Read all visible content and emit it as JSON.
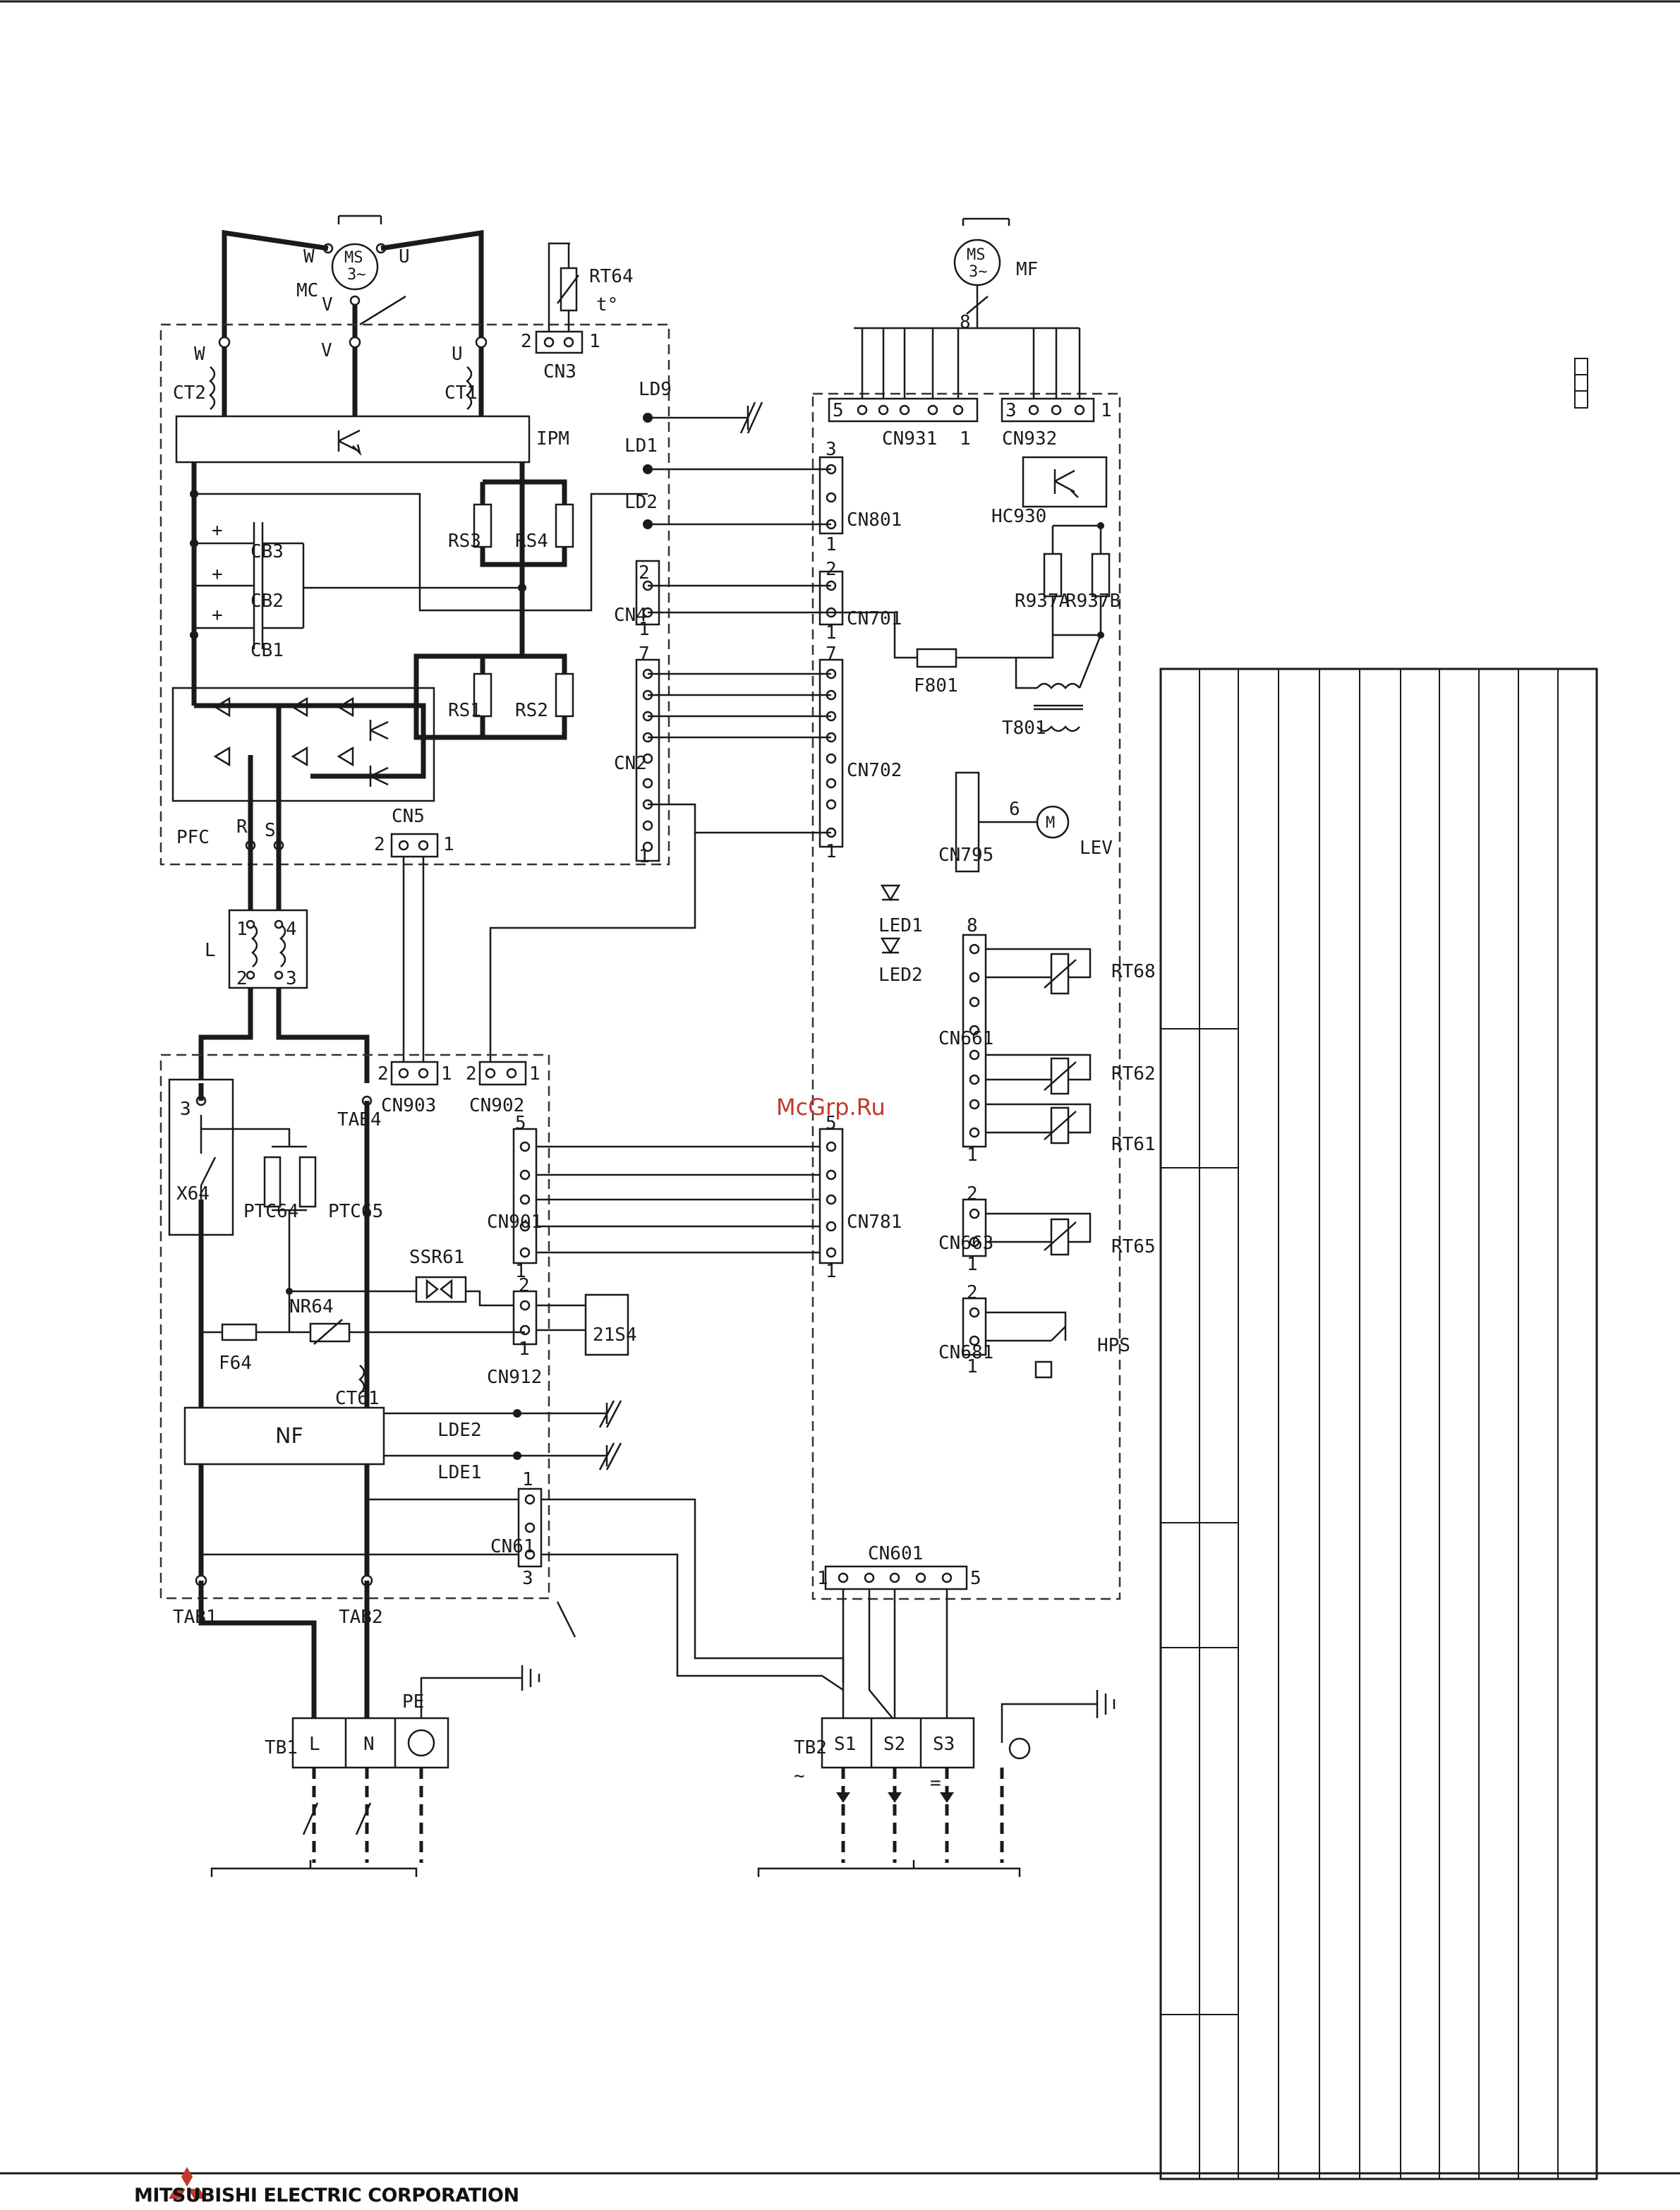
{
  "watermark": "McGrp.Ru",
  "brand": {
    "name": "MITSUBISHI ELECTRIC CORPORATION",
    "logo": "three-diamond-logo"
  },
  "colors": {
    "ink": "#1a1a1a",
    "watermark": "#c0392b"
  },
  "labels": {
    "mc": "MC",
    "w": "W",
    "u": "U",
    "v": "V",
    "ms": "MS",
    "ms_sub": "3~",
    "mf": "MF",
    "ct2": "CT2",
    "ct1": "CT1",
    "ipm": "IPM",
    "rs1": "RS1",
    "rs2": "RS2",
    "rs3": "RS3",
    "rs4": "RS4",
    "cb1": "CB1",
    "cb2": "CB2",
    "cb3": "CB3",
    "pfc": "PFC",
    "r": "R",
    "s": "S",
    "cn5": "CN5",
    "cn3": "CN3",
    "rt64": "RT64",
    "t": "t°",
    "ld1": "LD1",
    "ld2": "LD2",
    "ld9": "LD9",
    "cn4": "CN4",
    "cn2": "CN2",
    "cn801": "CN801",
    "cn701": "CN701",
    "cn702": "CN702",
    "cn931": "CN931",
    "cn932": "CN932",
    "hc930": "HC930",
    "r937a": "R937A",
    "r937b": "R937B",
    "f801": "F801",
    "t801": "T801",
    "cn795": "CN795",
    "lev": "LEV",
    "led1": "LED1",
    "led2": "LED2",
    "cn661": "CN661",
    "rt68": "RT68",
    "rt62": "RT62",
    "rt61": "RT61",
    "cn663": "CN663",
    "rt65": "RT65",
    "cn681": "CN681",
    "hps": "HPS",
    "cn601": "CN601",
    "l": "L",
    "x64": "X64",
    "ptc64": "PTC64",
    "ptc65": "PTC65",
    "tab4": "TAB4",
    "cn903": "CN903",
    "cn902": "CN902",
    "cn901": "CN901",
    "cn781": "CN781",
    "ssr61": "SSR61",
    "nr64": "NR64",
    "f64": "F64",
    "cn912": "CN912",
    "s4": "21S4",
    "ct61": "CT61",
    "nf": "NF",
    "lde1": "LDE1",
    "lde2": "LDE2",
    "cn61": "CN61",
    "tab1": "TAB1",
    "tab2": "TAB2",
    "tb1": "TB1",
    "tb1_l": "L",
    "tb1_n": "N",
    "pe": "PE",
    "tb2": "TB2",
    "s1": "S1",
    "s2": "S2",
    "s3": "S3",
    "n1": "1",
    "n2": "2",
    "n3": "3",
    "n4": "4",
    "n5": "5",
    "n6": "6",
    "n7": "7",
    "n8": "8",
    "tilde": "~",
    "dc": "=",
    "plus": "+"
  }
}
